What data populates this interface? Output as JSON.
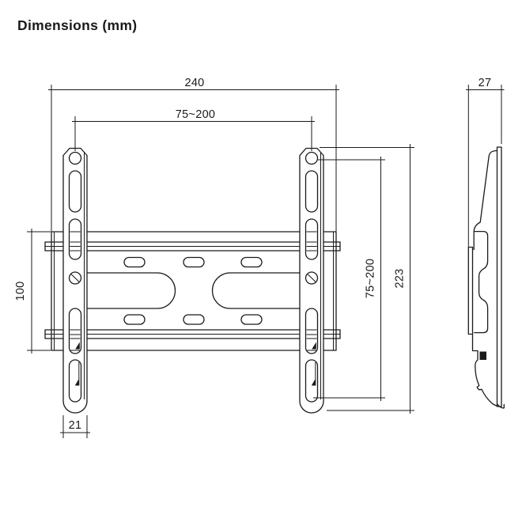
{
  "title": "Dimensions (mm)",
  "dims": {
    "overall_width": "240",
    "hole_spacing_width": "75~200",
    "side_depth": "27",
    "plate_height": "100",
    "hole_spacing_height": "75~200",
    "overall_height": "223",
    "rail_width": "21"
  },
  "colors": {
    "line": "#1a1a1a",
    "background": "#ffffff"
  }
}
